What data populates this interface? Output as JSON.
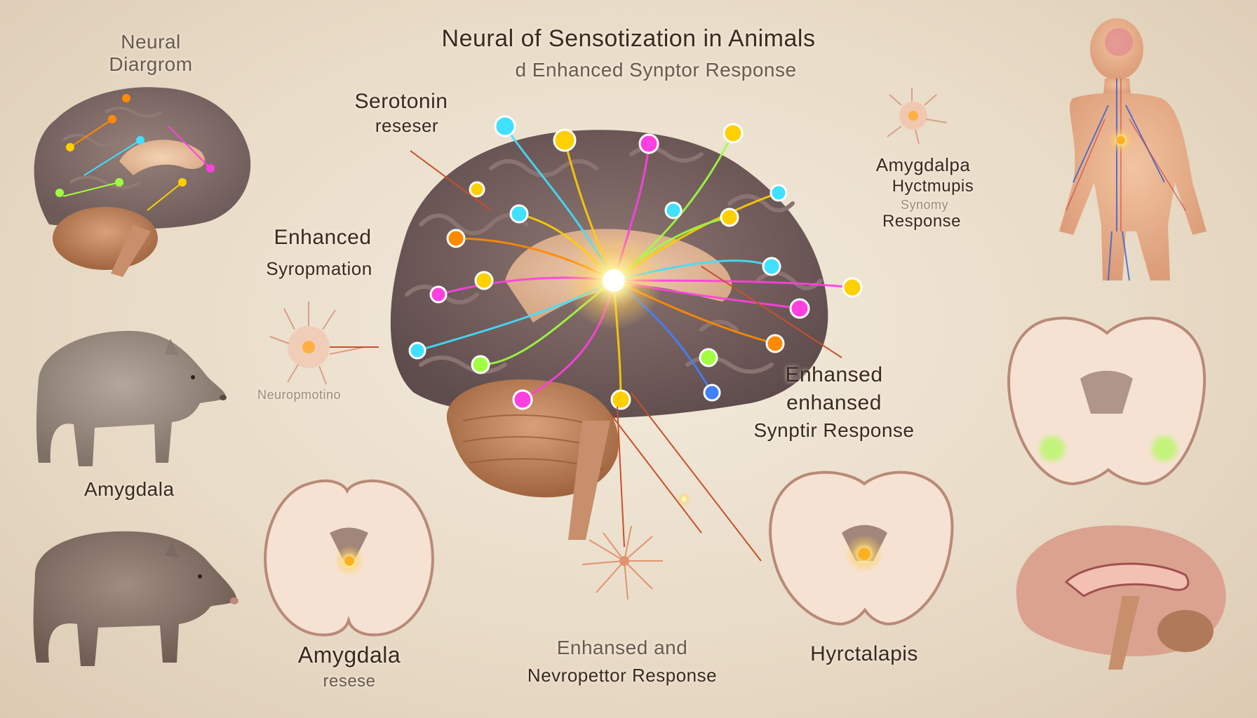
{
  "title": "Neural of Sensotization in Animals",
  "subtitle": "d Enhanced Synptor Response",
  "labels": {
    "neural_diagram_1": "Neural",
    "neural_diagram_2": "Diargrom",
    "serotonin_1": "Serotonin",
    "serotonin_2": "reseser",
    "enhanced_synoptation_1": "Enhanced",
    "enhanced_synoptation_2": "Syropmation",
    "neurotransmitter": "Neuropmotino",
    "amygdala_upper": "Amygdala",
    "amygdala_bottom": "Amygdala",
    "amygdala_bottom_sub": "resese",
    "enhansed_1": "Enhansed",
    "enhansed_2": "enhansed",
    "enhansed_3": "Synptir Response",
    "enhansed_and_1": "Enhansed and",
    "enhansed_and_2": "Nevropettor Response",
    "hyrctalapis": "Hyrctalapis",
    "amygdalpa_1": "Amygdalpa",
    "amygdalpa_2": "Hyctmupis",
    "amygdalpa_3": "Synomy",
    "amygdalpa_4": "Response"
  },
  "colors": {
    "background": "#e9dcc8",
    "brain_cortex": "#6e5a58",
    "brain_fold": "#8a7370",
    "cerebellum": "#b9805a",
    "slice_fill": "#f6e2d2",
    "slice_stroke": "#b98a78",
    "glow_core": "#fff6c8",
    "nodes": [
      "#ff8a00",
      "#ffd000",
      "#40e0ff",
      "#ff40e0",
      "#a0ff40",
      "#4080ff"
    ]
  }
}
